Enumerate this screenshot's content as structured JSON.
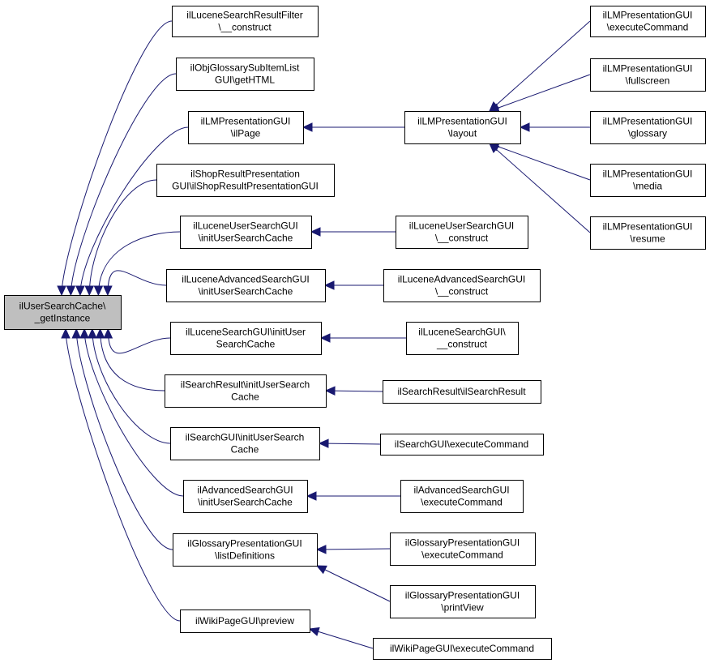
{
  "colors": {
    "edge": "#191970",
    "root_fill": "#bfbfbf",
    "node_fill": "#ffffff",
    "node_border": "#000000"
  },
  "nodes": [
    {
      "id": "root",
      "lines": [
        "ilUserSearchCache\\",
        "_getInstance"
      ],
      "root": true
    },
    {
      "id": "lsrf",
      "lines": [
        "ilLuceneSearchResultFilter",
        "\\__construct"
      ]
    },
    {
      "id": "ogsil",
      "lines": [
        "ilObjGlossarySubItemList",
        "GUI\\getHTML"
      ]
    },
    {
      "id": "lmp_page",
      "lines": [
        "ilLMPresentationGUI",
        "\\ilPage"
      ]
    },
    {
      "id": "lmp_layout",
      "lines": [
        "ilLMPresentationGUI",
        "\\layout"
      ]
    },
    {
      "id": "lmp_exec",
      "lines": [
        "ilLMPresentationGUI",
        "\\executeCommand"
      ]
    },
    {
      "id": "lmp_full",
      "lines": [
        "ilLMPresentationGUI",
        "\\fullscreen"
      ]
    },
    {
      "id": "lmp_gloss",
      "lines": [
        "ilLMPresentationGUI",
        "\\glossary"
      ]
    },
    {
      "id": "lmp_media",
      "lines": [
        "ilLMPresentationGUI",
        "\\media"
      ]
    },
    {
      "id": "lmp_resume",
      "lines": [
        "ilLMPresentationGUI",
        "\\resume"
      ]
    },
    {
      "id": "shop",
      "lines": [
        "ilShopResultPresentation",
        "GUI\\ilShopResultPresentationGUI"
      ]
    },
    {
      "id": "lusg_init",
      "lines": [
        "ilLuceneUserSearchGUI",
        "\\initUserSearchCache"
      ]
    },
    {
      "id": "lusg_con",
      "lines": [
        "ilLuceneUserSearchGUI",
        "\\__construct"
      ]
    },
    {
      "id": "lasg_init",
      "lines": [
        "ilLuceneAdvancedSearchGUI",
        "\\initUserSearchCache"
      ]
    },
    {
      "id": "lasg_con",
      "lines": [
        "ilLuceneAdvancedSearchGUI",
        "\\__construct"
      ]
    },
    {
      "id": "lsg_init",
      "lines": [
        "ilLuceneSearchGUI\\initUser",
        "SearchCache"
      ]
    },
    {
      "id": "lsg_con",
      "lines": [
        "ilLuceneSearchGUI\\",
        "__construct"
      ]
    },
    {
      "id": "sr_init",
      "lines": [
        "ilSearchResult\\initUserSearch",
        "Cache"
      ]
    },
    {
      "id": "sr_con",
      "lines": [
        "ilSearchResult\\ilSearchResult"
      ]
    },
    {
      "id": "sg_init",
      "lines": [
        "ilSearchGUI\\initUserSearch",
        "Cache"
      ]
    },
    {
      "id": "sg_exec",
      "lines": [
        "ilSearchGUI\\executeCommand"
      ]
    },
    {
      "id": "asg_init",
      "lines": [
        "ilAdvancedSearchGUI",
        "\\initUserSearchCache"
      ]
    },
    {
      "id": "asg_exec",
      "lines": [
        "ilAdvancedSearchGUI",
        "\\executeCommand"
      ]
    },
    {
      "id": "gp_list",
      "lines": [
        "ilGlossaryPresentationGUI",
        "\\listDefinitions"
      ]
    },
    {
      "id": "gp_exec",
      "lines": [
        "ilGlossaryPresentationGUI",
        "\\executeCommand"
      ]
    },
    {
      "id": "gp_print",
      "lines": [
        "ilGlossaryPresentationGUI",
        "\\printView"
      ]
    },
    {
      "id": "wp_prev",
      "lines": [
        "ilWikiPageGUI\\preview"
      ]
    },
    {
      "id": "wp_exec",
      "lines": [
        "ilWikiPageGUI\\executeCommand"
      ]
    }
  ],
  "edges": [
    {
      "from": "lsrf",
      "to": "root"
    },
    {
      "from": "ogsil",
      "to": "root"
    },
    {
      "from": "lmp_page",
      "to": "root"
    },
    {
      "from": "shop",
      "to": "root"
    },
    {
      "from": "lusg_init",
      "to": "root"
    },
    {
      "from": "lasg_init",
      "to": "root"
    },
    {
      "from": "lsg_init",
      "to": "root"
    },
    {
      "from": "sr_init",
      "to": "root"
    },
    {
      "from": "sg_init",
      "to": "root"
    },
    {
      "from": "asg_init",
      "to": "root"
    },
    {
      "from": "gp_list",
      "to": "root"
    },
    {
      "from": "wp_prev",
      "to": "root"
    },
    {
      "from": "lmp_layout",
      "to": "lmp_page"
    },
    {
      "from": "lmp_exec",
      "to": "lmp_layout"
    },
    {
      "from": "lmp_full",
      "to": "lmp_layout"
    },
    {
      "from": "lmp_gloss",
      "to": "lmp_layout"
    },
    {
      "from": "lmp_media",
      "to": "lmp_layout"
    },
    {
      "from": "lmp_resume",
      "to": "lmp_layout"
    },
    {
      "from": "lusg_con",
      "to": "lusg_init"
    },
    {
      "from": "lasg_con",
      "to": "lasg_init"
    },
    {
      "from": "lsg_con",
      "to": "lsg_init"
    },
    {
      "from": "sr_con",
      "to": "sr_init"
    },
    {
      "from": "sg_exec",
      "to": "sg_init"
    },
    {
      "from": "asg_exec",
      "to": "asg_init"
    },
    {
      "from": "gp_exec",
      "to": "gp_list"
    },
    {
      "from": "gp_print",
      "to": "gp_list"
    },
    {
      "from": "wp_exec",
      "to": "wp_prev"
    }
  ]
}
